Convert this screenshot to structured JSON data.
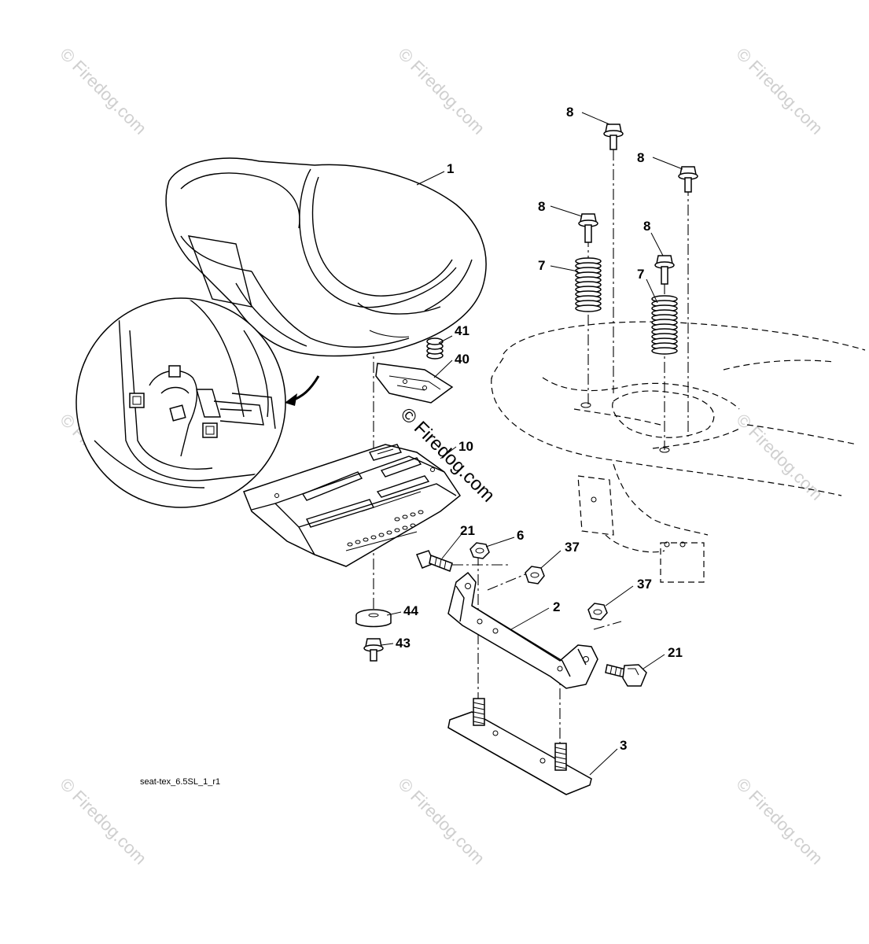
{
  "figure_id": "seat-tex_6.5SL_1_r1",
  "watermark": "© Firedog.com",
  "callouts": {
    "c1": "1",
    "c2": "2",
    "c3": "3",
    "c6": "6",
    "c7a": "7",
    "c7b": "7",
    "c8a": "8",
    "c8b": "8",
    "c8c": "8",
    "c8d": "8",
    "c10": "10",
    "c21a": "21",
    "c21b": "21",
    "c37a": "37",
    "c37b": "37",
    "c40": "40",
    "c41": "41",
    "c43": "43",
    "c44": "44"
  }
}
